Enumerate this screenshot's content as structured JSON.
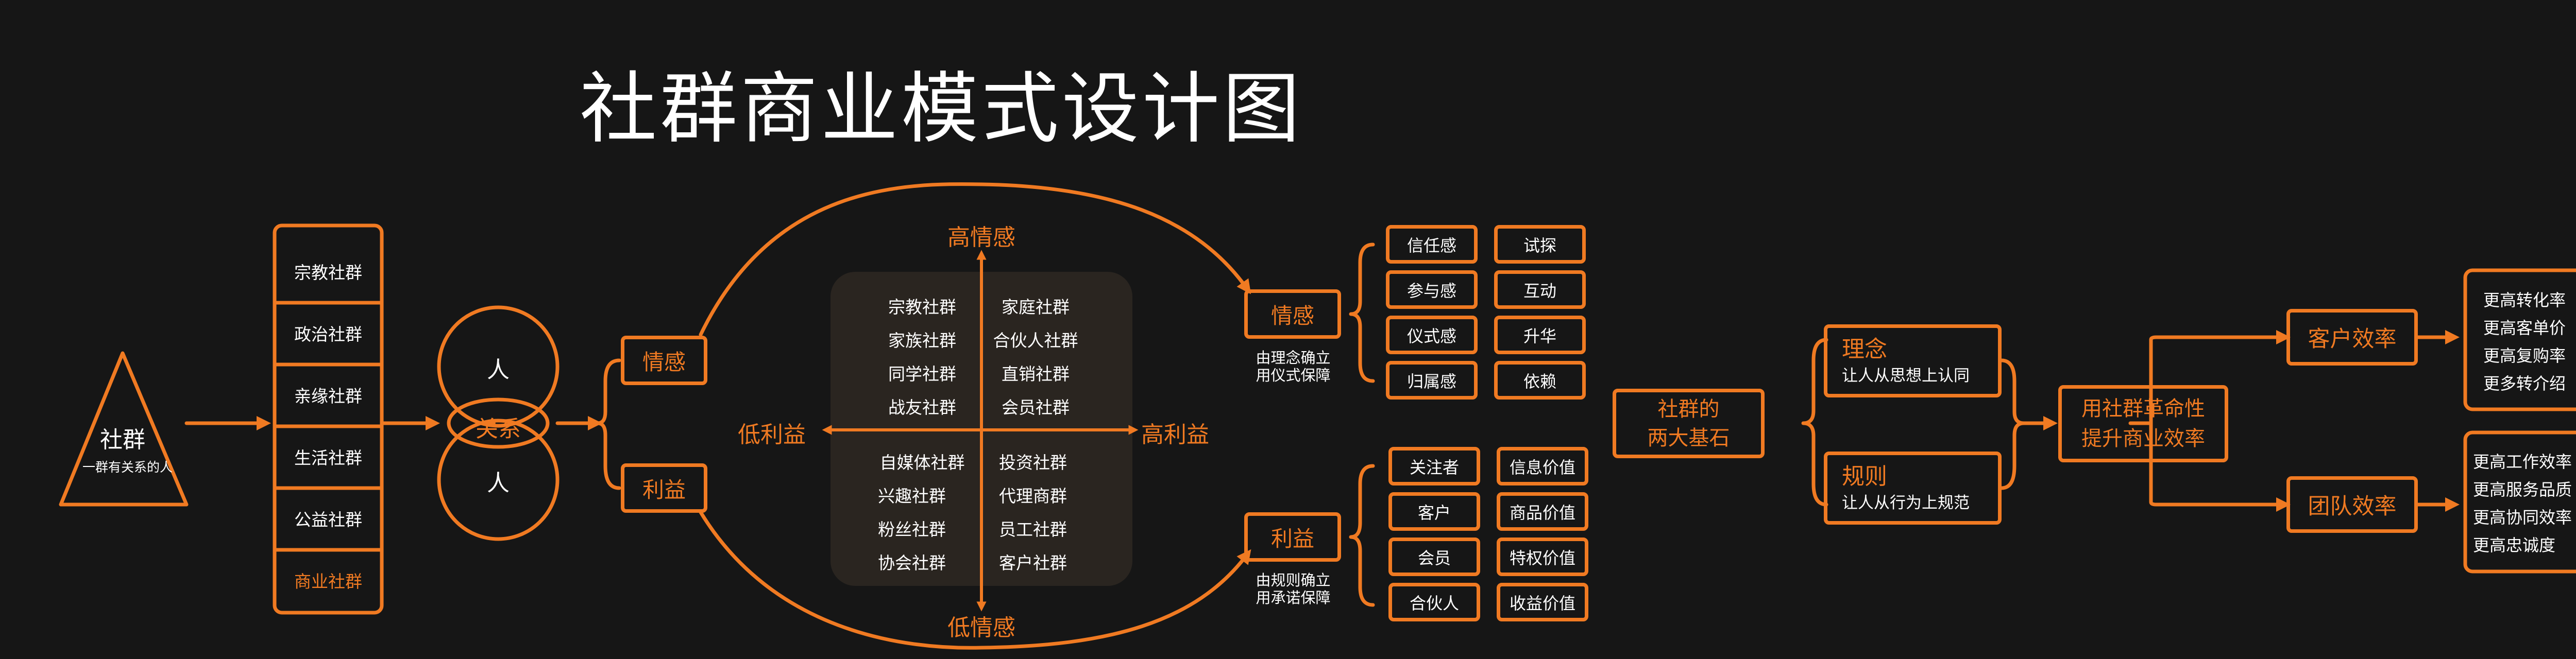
{
  "title": "社群商业模式设计图",
  "colors": {
    "accent": "#f07a22",
    "background": "#161616",
    "text": "#ffffff",
    "quad": "#2a2520"
  },
  "triangle": {
    "label": "社群",
    "sub": "一群有关系的人"
  },
  "community_types": [
    "宗教社群",
    "政治社群",
    "亲缘社群",
    "生活社群",
    "公益社群",
    "商业社群"
  ],
  "relation": {
    "top": "人",
    "middle": "关系",
    "bottom": "人"
  },
  "split": {
    "emotion": "情感",
    "benefit": "利益"
  },
  "axes": {
    "top": "高情感",
    "bottom": "低情感",
    "left": "低利益",
    "right": "高利益"
  },
  "quadrants": {
    "top_left": [
      "宗教社群",
      "家族社群",
      "同学社群",
      "战友社群"
    ],
    "top_right": [
      "家庭社群",
      "合伙人社群",
      "直销社群",
      "会员社群"
    ],
    "bottom_left": [
      "自媒体社群",
      "兴趣社群",
      "粉丝社群",
      "协会社群"
    ],
    "bottom_right": [
      "投资社群",
      "代理商群",
      "员工社群",
      "客户社群"
    ]
  },
  "emotion_node": {
    "label": "情感",
    "caption_line1": "由理念确立",
    "caption_line2": "用仪式保障"
  },
  "benefit_node": {
    "label": "利益",
    "caption_line1": "由规则确立",
    "caption_line2": "用承诺保障"
  },
  "emotion_pairs": [
    [
      "信任感",
      "试探"
    ],
    [
      "参与感",
      "互动"
    ],
    [
      "仪式感",
      "升华"
    ],
    [
      "归属感",
      "依赖"
    ]
  ],
  "benefit_pairs": [
    [
      "关注者",
      "信息价值"
    ],
    [
      "客户",
      "商品价值"
    ],
    [
      "会员",
      "特权价值"
    ],
    [
      "合伙人",
      "收益价值"
    ]
  ],
  "foundation": {
    "line1": "社群的",
    "line2": "两大基石"
  },
  "concept": {
    "label": "理念",
    "desc": "让人从思想上认同"
  },
  "rule": {
    "label": "规则",
    "desc": "让人从行为上规范"
  },
  "revolution": {
    "line1": "用社群革命性",
    "line2": "提升商业效率"
  },
  "customer_eff": {
    "label": "客户效率",
    "items": [
      "更高转化率",
      "更高客单价",
      "更高复购率",
      "更多转介绍"
    ]
  },
  "team_eff": {
    "label": "团队效率",
    "items": [
      "更高工作效率",
      "更高服务品质",
      "更高协同效率",
      "更高忠诚度"
    ]
  }
}
